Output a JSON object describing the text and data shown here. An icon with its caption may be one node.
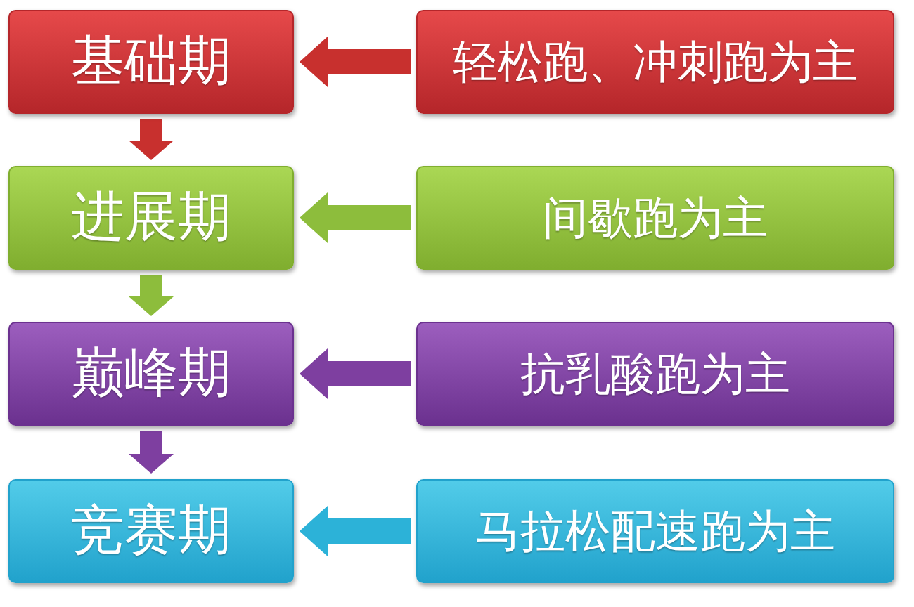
{
  "diagram": {
    "nodes": [
      {
        "text": [
          "基础期"
        ]
      },
      {
        "text": [
          "轻松跑、冲刺跑为主"
        ]
      },
      {
        "text": [
          "进展期"
        ]
      },
      {
        "text": [
          "间歇跑为主"
        ]
      },
      {
        "text": [
          "巅峰期"
        ]
      },
      {
        "text": [
          "抗乳酸跑为主"
        ]
      },
      {
        "text": [
          "竞赛期"
        ]
      },
      {
        "text": [
          "马拉松配速跑为主"
        ]
      }
    ],
    "edges": [
      {
        "from": 1,
        "to": 0,
        "arrow": "to",
        "color": "#c8302e"
      },
      {
        "from": 0,
        "to": 2,
        "arrow": "to",
        "color": "#c8302e"
      },
      {
        "from": 3,
        "to": 2,
        "arrow": "to",
        "color": "#8dbd3c"
      },
      {
        "from": 2,
        "to": 4,
        "arrow": "to",
        "color": "#8dbd3c"
      },
      {
        "from": 5,
        "to": 4,
        "arrow": "to",
        "color": "#7e3fa0"
      },
      {
        "from": 4,
        "to": 6,
        "arrow": "to",
        "color": "#7e3fa0"
      },
      {
        "from": 7,
        "to": 6,
        "arrow": "to",
        "color": "#2cb2d8"
      }
    ]
  }
}
